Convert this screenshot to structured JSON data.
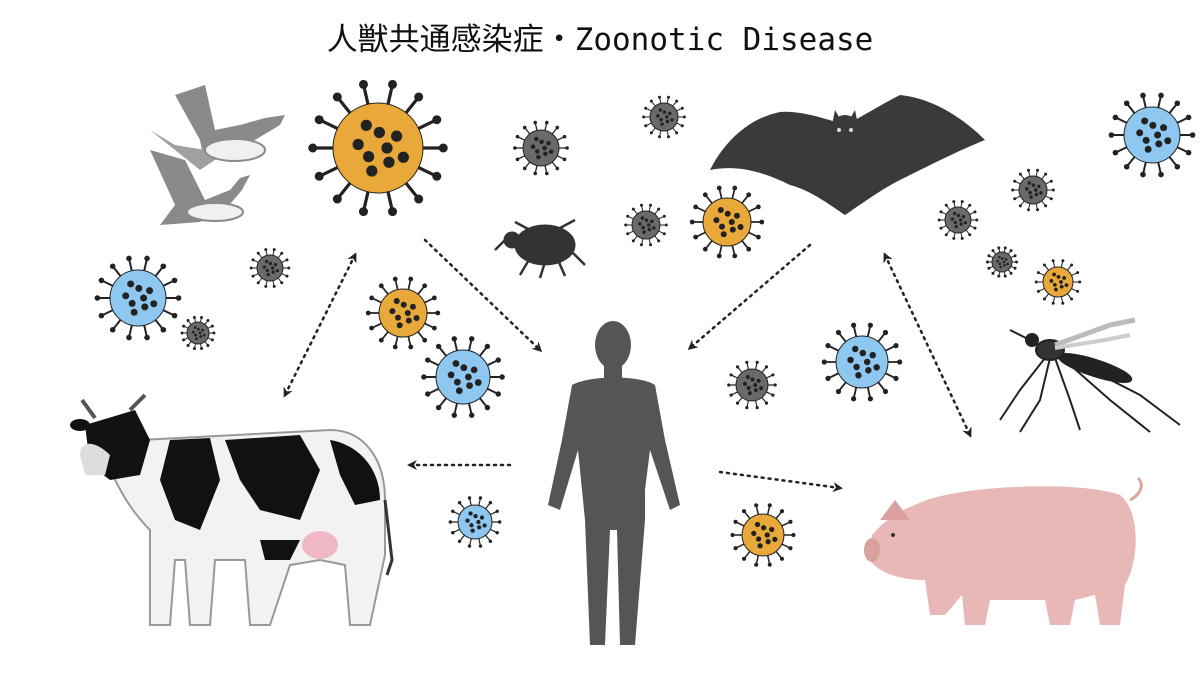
{
  "title": "人獣共通感染症・Zoonotic Disease",
  "colors": {
    "virus_orange": "#e8a83a",
    "virus_blue": "#8ec8f0",
    "virus_gray": "#6a6a6a",
    "virus_spike": "#222222",
    "human": "#555555",
    "pig": "#e8b8b6",
    "bat": "#3a3a3a",
    "bird": "#8a8a8a",
    "arrow": "#222222"
  },
  "figures": [
    "birds",
    "virus",
    "tick",
    "bat",
    "mosquito",
    "cow",
    "human",
    "pig"
  ]
}
